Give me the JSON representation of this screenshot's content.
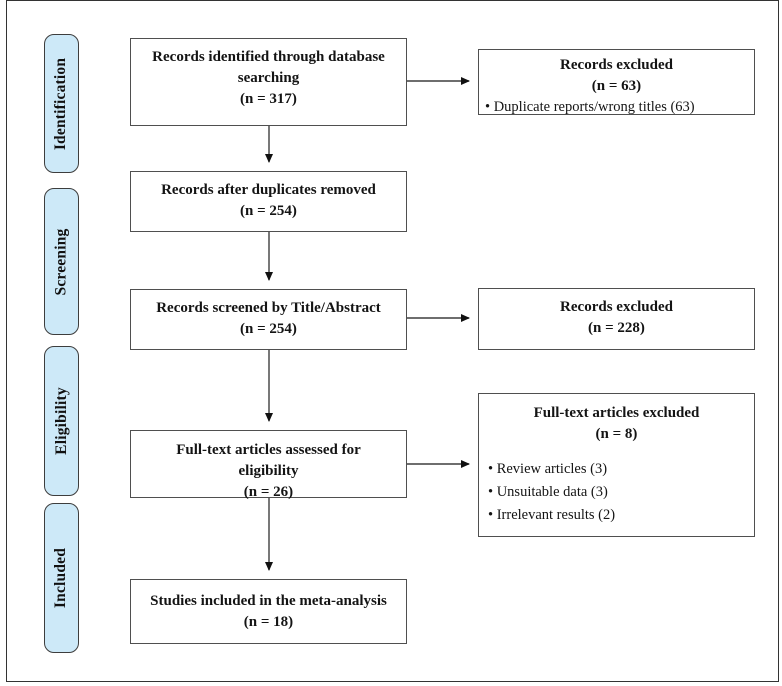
{
  "diagram": {
    "title": "PRISMA study selection flow diagram",
    "stages": [
      {
        "label": "Identification"
      },
      {
        "label": "Screening"
      },
      {
        "label": "Eligibility"
      },
      {
        "label": "Included"
      }
    ],
    "main_boxes": [
      {
        "title": "Records identified through database searching",
        "count": "(n = 317)"
      },
      {
        "title": "Records after duplicates removed",
        "count": "(n = 254)"
      },
      {
        "title": "Records screened by Title/Abstract",
        "count": "(n = 254)"
      },
      {
        "title": "Full-text articles assessed for eligibility",
        "count": "(n = 26)"
      },
      {
        "title": "Studies included in the meta-analysis",
        "count": "(n = 18)"
      }
    ],
    "side_boxes": [
      {
        "title": "Records excluded",
        "count": "(n = 63)",
        "bullets": [
          "Duplicate reports/wrong titles (63)"
        ]
      },
      {
        "title": "Records excluded",
        "count": "(n = 228)",
        "bullets": []
      },
      {
        "title": "Full-text articles excluded",
        "count": "(n = 8)",
        "bullets": [
          "Review articles (3)",
          "Unsuitable data (3)",
          "Irrelevant results (2)"
        ]
      }
    ],
    "colors": {
      "stage_fill": "#cde9f8",
      "stage_border": "#3d3d3d",
      "box_border": "#4f4f4f",
      "connector": "#3f3f3f",
      "frame": "#333333",
      "background": "#ffffff"
    }
  }
}
